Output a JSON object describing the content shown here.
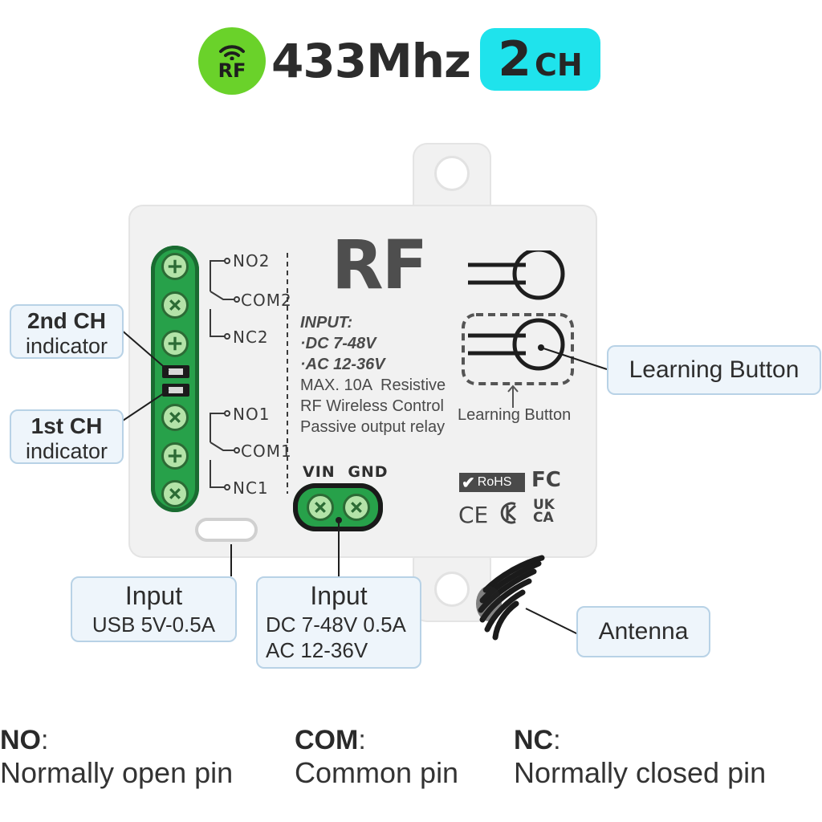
{
  "header": {
    "rf_badge_label": "RF",
    "frequency": "433Mhz",
    "channels_number": "2",
    "channels_unit": "CH",
    "colors": {
      "rf_badge": "#6ad22a",
      "ch_badge": "#1fe3ec"
    },
    "icon": "wifi-signal-icon"
  },
  "device": {
    "brand": "RF",
    "pins": [
      "NO2",
      "COM2",
      "NC2",
      "NO1",
      "COM1",
      "NC1"
    ],
    "specs": {
      "input_title": "INPUT:",
      "dc": "·DC 7-48V",
      "ac": "·AC 12-36V",
      "max": "MAX. 10A  Resistive",
      "line1": "RF Wireless Control",
      "line2": "Passive output relay"
    },
    "terminal_labels": {
      "vin": "VIN",
      "gnd": "GND"
    },
    "learning_button_label": "Learning Button",
    "certifications": {
      "rohs": "RoHS",
      "fc": "FC",
      "ce": "CE",
      "ukca_1": "UK",
      "ukca_2": "CA"
    },
    "terminal_color": "#27a14a"
  },
  "callouts": {
    "ch2_title": "2nd CH",
    "ch2_sub": "indicator",
    "ch1_title": "1st CH",
    "ch1_sub": "indicator",
    "learning_button": "Learning Button",
    "usb_title": "Input",
    "usb_sub": "USB 5V-0.5A",
    "dc_title": "Input",
    "dc_line1": "DC 7-48V 0.5A",
    "dc_line2": "AC 12-36V",
    "antenna": "Antenna"
  },
  "legend": [
    {
      "term": "NO",
      "colon": ":",
      "desc": "Normally open pin"
    },
    {
      "term": "COM",
      "colon": ":",
      "desc": "Common pin"
    },
    {
      "term": "NC",
      "colon": ":",
      "desc": "Normally closed pin"
    }
  ]
}
